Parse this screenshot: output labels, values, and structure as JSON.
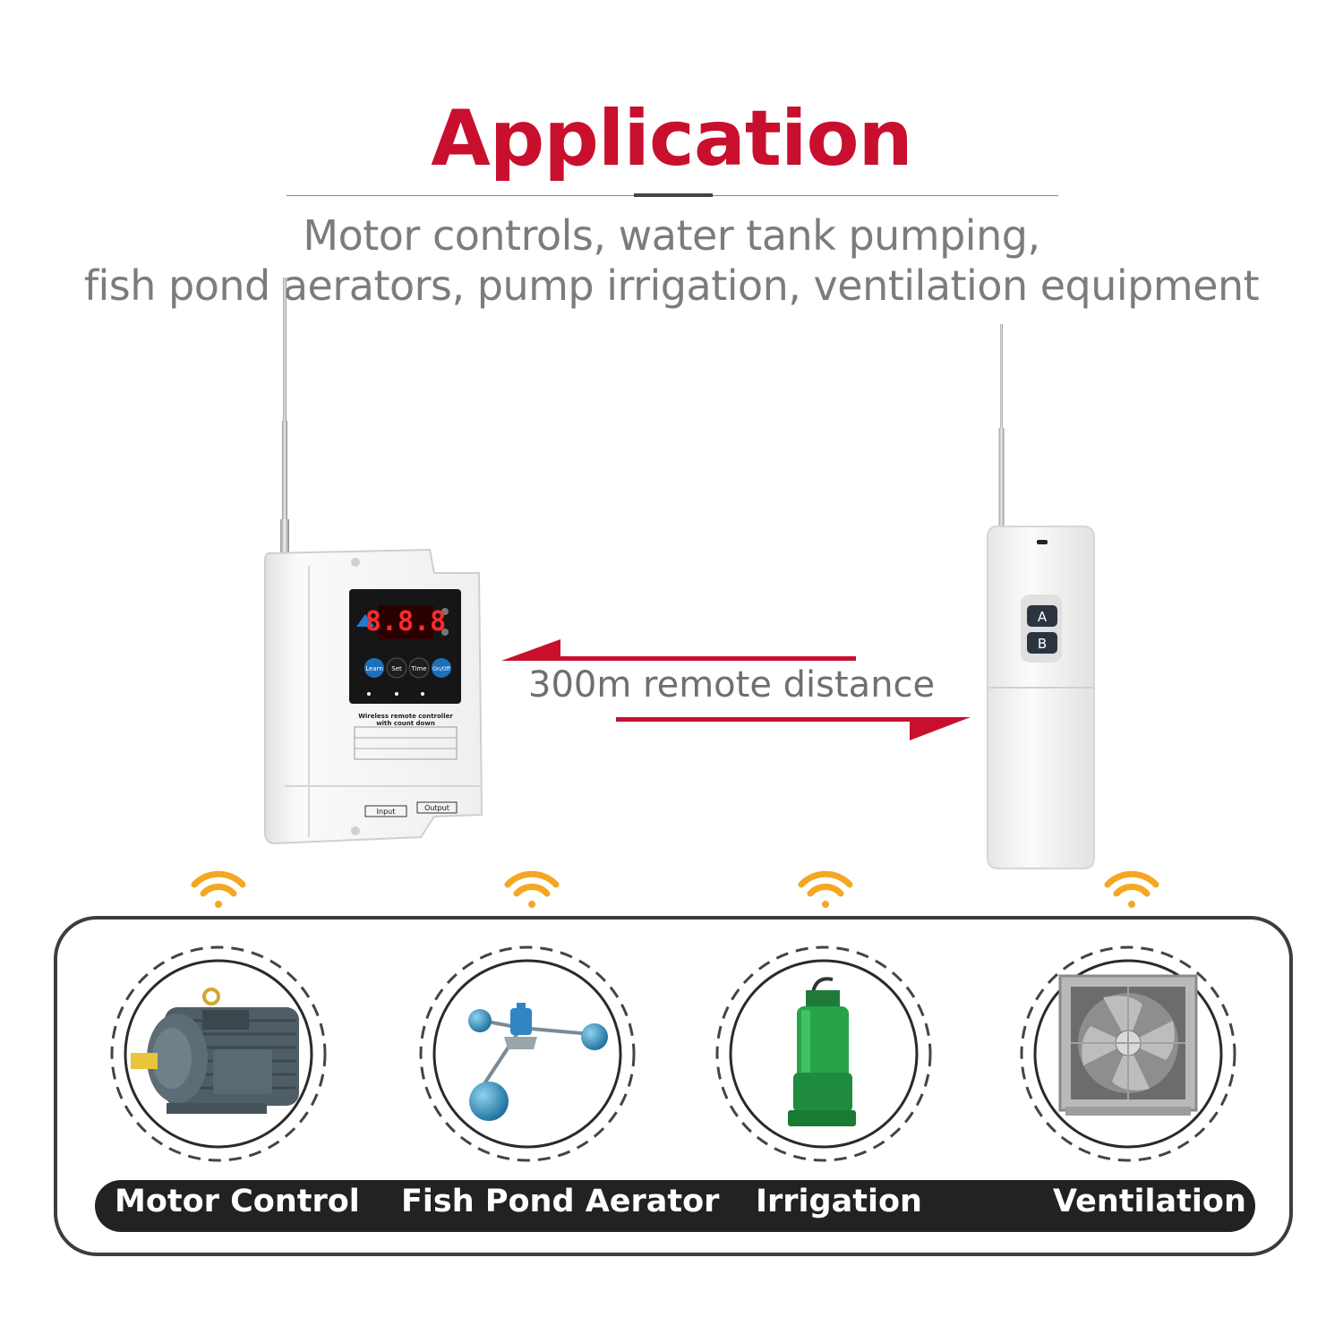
{
  "header": {
    "title": "Application",
    "subtitle_line1": "Motor controls, water tank pumping,",
    "subtitle_line2": "fish pond aerators, pump irrigation, ventilation equipment"
  },
  "diagram": {
    "distance_label": "300m remote distance",
    "controller": {
      "display": "8.8.8",
      "buttons": [
        "Learn",
        "Set",
        "Time",
        "On/Off"
      ],
      "label_line1": "Wireless remote controller",
      "label_line2": "with count down",
      "terminal_input": "Input",
      "terminal_output": "Output"
    },
    "remote": {
      "buttons": [
        "A",
        "B"
      ]
    }
  },
  "applications": [
    {
      "label": "Motor Control",
      "icon": "motor-icon"
    },
    {
      "label": "Fish Pond Aerator",
      "icon": "aerator-icon"
    },
    {
      "label": "Irrigation",
      "icon": "pump-icon"
    },
    {
      "label": "Ventilation",
      "icon": "fan-icon"
    }
  ],
  "colors": {
    "accent": "#c8102e",
    "wifi": "#f5a623",
    "dark": "#222222",
    "subtitle": "#7c7c7c"
  }
}
